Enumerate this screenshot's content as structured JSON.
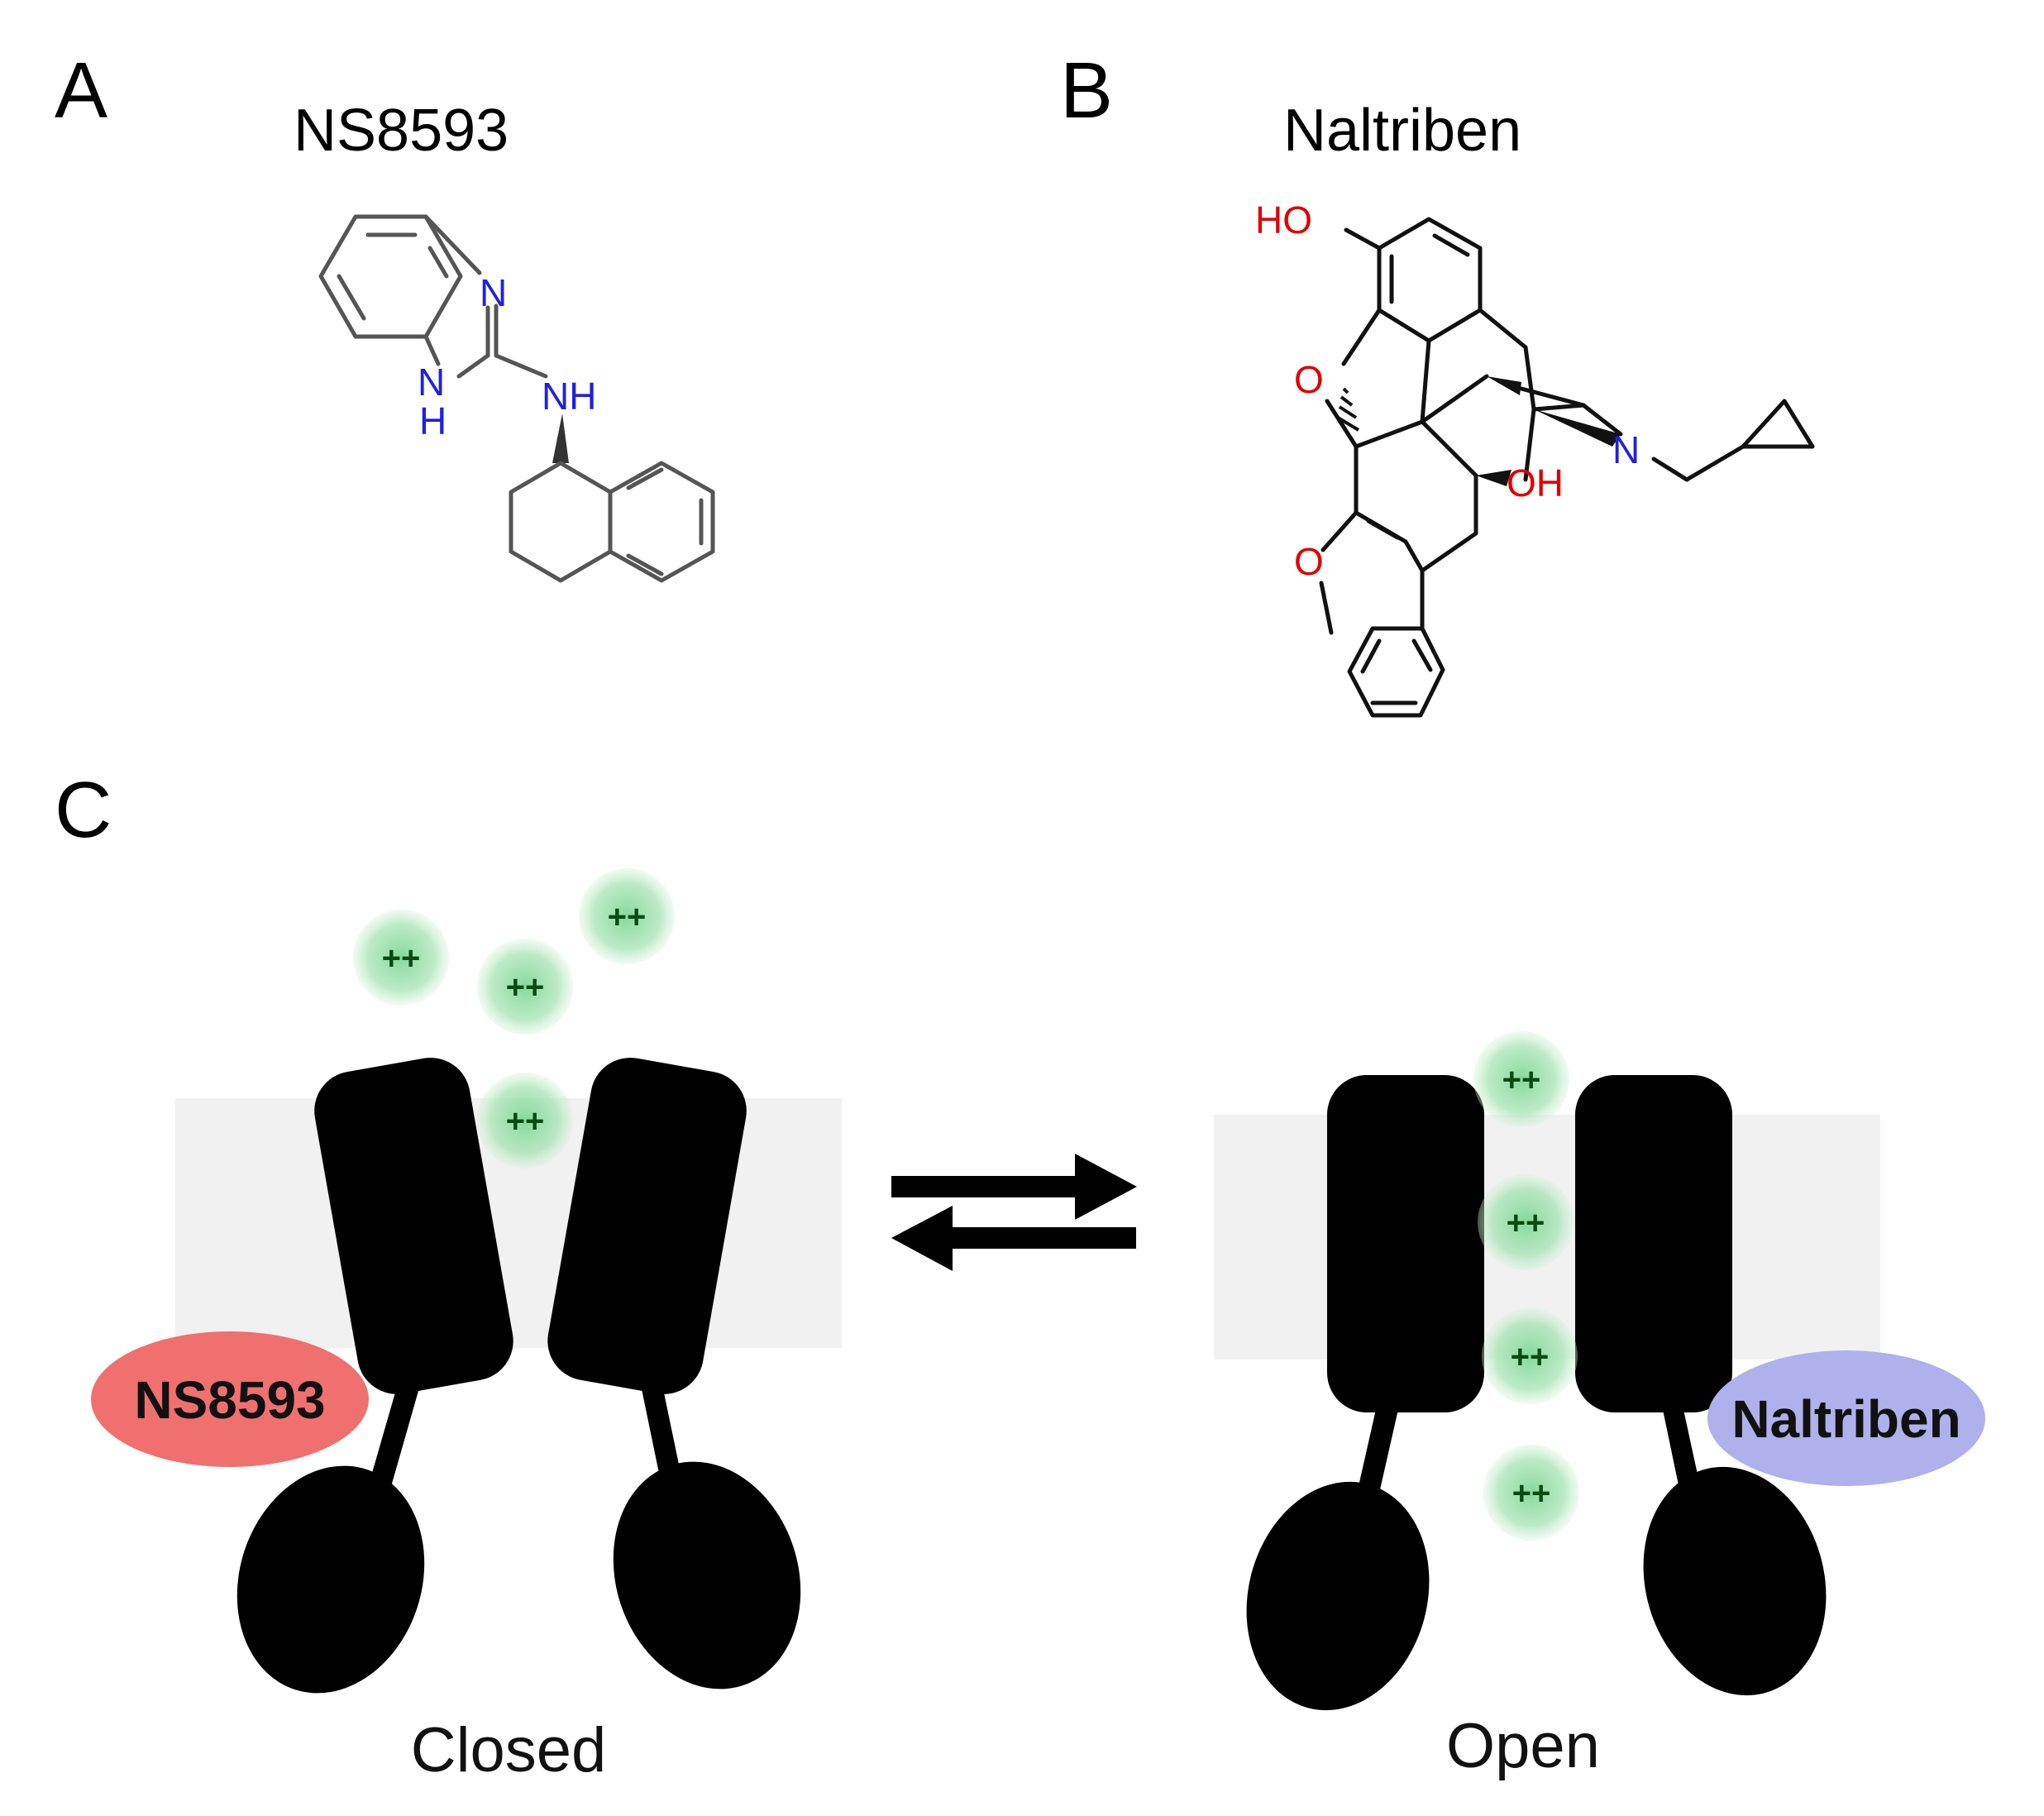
{
  "panels": {
    "a": {
      "letter": "A",
      "compound": "NS8593",
      "atoms": {
        "n1": "N",
        "nh_ring_n": "N",
        "nh_ring_h": "H",
        "nh_amine": "NH"
      }
    },
    "b": {
      "letter": "B",
      "compound": "Naltriben",
      "atoms": {
        "ho": "HO",
        "o_ring": "O",
        "oh": "OH",
        "n": "N",
        "o_furan": "O"
      }
    },
    "c": {
      "letter": "C"
    }
  },
  "diagram": {
    "ion_label": "++",
    "drug_closed": "NS8593",
    "drug_open": "Naltriben",
    "state_closed": "Closed",
    "state_open": "Open",
    "colors": {
      "membrane": "#f1f1f1",
      "ion": "#8fdca0",
      "channel": "#000000",
      "drug_closed": "#f07070",
      "drug_open": "#b0b0ec"
    }
  }
}
